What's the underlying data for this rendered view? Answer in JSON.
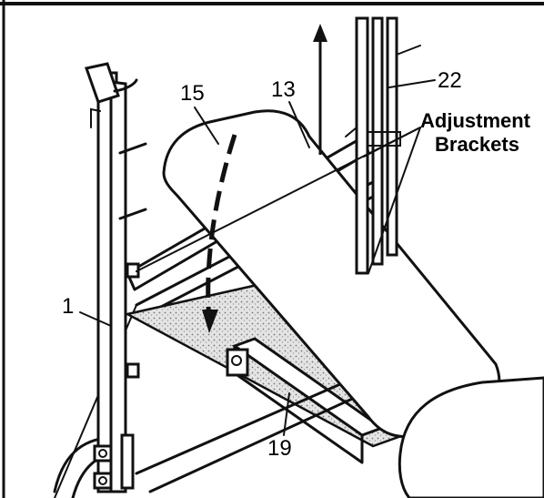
{
  "labels": {
    "part_15": "15",
    "part_13": "13",
    "part_22": "22",
    "part_1": "1",
    "part_19": "19",
    "adjustment_line1": "Adjustment",
    "adjustment_line2": "Brackets"
  }
}
